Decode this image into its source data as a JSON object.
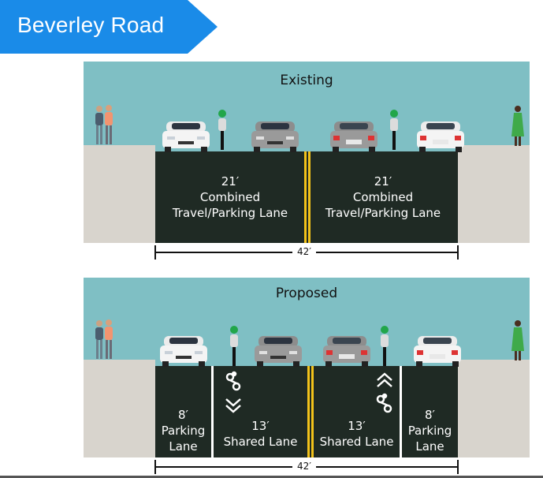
{
  "banner": {
    "title": "Beverley Road",
    "color": "#1a8be8"
  },
  "colors": {
    "sky": "#7fbfc4",
    "sidewalk": "#d8d4cd",
    "road": "#1f2a24",
    "centerline": "#f2c21a"
  },
  "existing": {
    "heading": "Existing",
    "lanes": [
      {
        "width": "21′",
        "line1": "Combined",
        "line2": "Travel/Parking Lane"
      },
      {
        "width": "21′",
        "line1": "Combined",
        "line2": "Travel/Parking Lane"
      }
    ],
    "total_width": "42′"
  },
  "proposed": {
    "heading": "Proposed",
    "lanes": [
      {
        "width": "8′",
        "line1": "Parking",
        "line2": "Lane"
      },
      {
        "width": "13′",
        "line1": "Shared Lane"
      },
      {
        "width": "13′",
        "line1": "Shared Lane"
      },
      {
        "width": "8′",
        "line1": "Parking",
        "line2": "Lane"
      }
    ],
    "total_width": "42′"
  }
}
